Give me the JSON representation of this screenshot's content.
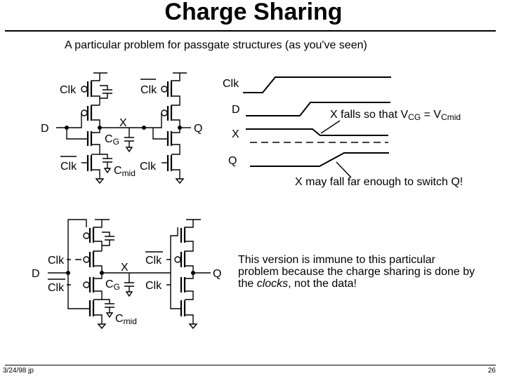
{
  "slide": {
    "title": "Charge Sharing",
    "subtitle": "A particular problem for passgate structures (as you've seen)",
    "footer_left": "3/24/98 jp",
    "page_number": "26"
  },
  "circuit_top": {
    "clk": "Clk",
    "clk_bar": "Clk",
    "d": "D",
    "x": "X",
    "q": "Q",
    "cg_main": "C",
    "cg_sub": "G",
    "cmid_main": "C",
    "cmid_sub": "mid"
  },
  "waveform": {
    "clk": "Clk",
    "d": "D",
    "x": "X",
    "q": "Q",
    "annotation1_pre": "X falls so that V",
    "annotation1_sub1": "CG",
    "annotation1_mid": " = V",
    "annotation1_sub2": "Cmid",
    "annotation2": "X may fall far enough to switch Q!"
  },
  "circuit_bottom": {
    "clk": "Clk",
    "clk_bar": "Clk",
    "d": "D",
    "x": "X",
    "q": "Q",
    "cg_main": "C",
    "cg_sub": "G",
    "cmid_main": "C",
    "cmid_sub": "mid"
  },
  "explanation": {
    "part1": "This version is immune to this particular problem because the charge sharing is done by the ",
    "emphasis": "clocks",
    "part2": ", not the data!"
  }
}
